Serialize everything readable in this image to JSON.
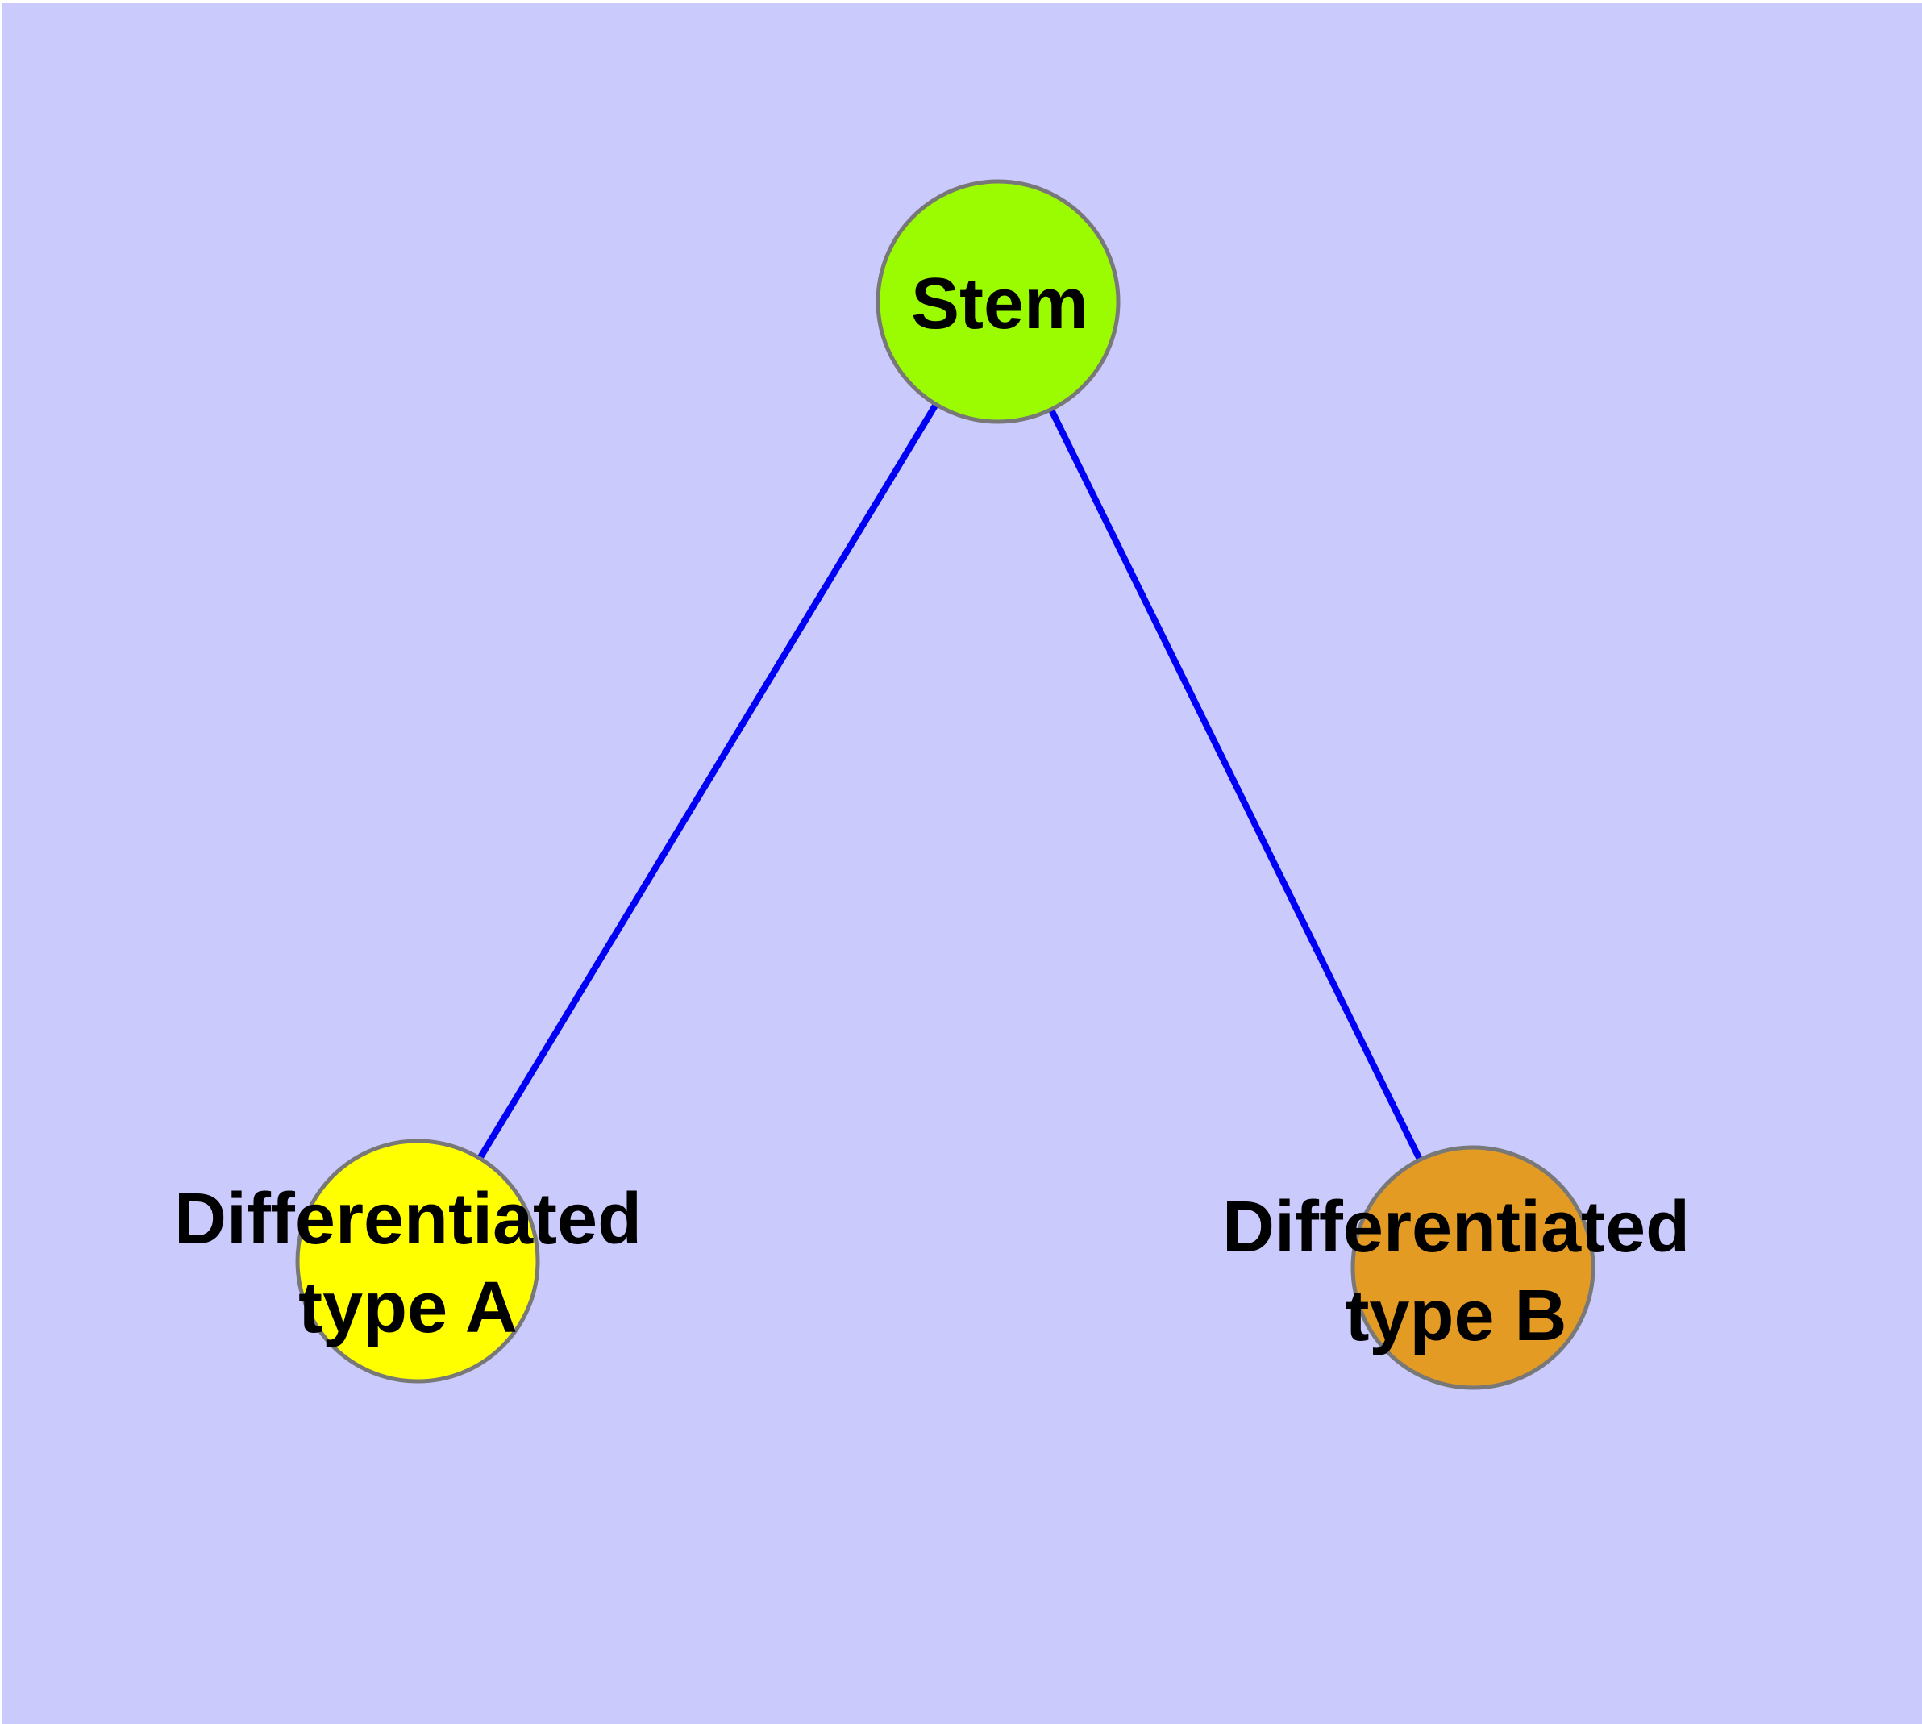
{
  "diagram": {
    "type": "node-link-graph",
    "description": "Cell differentiation graph: one stem node connected to two differentiated cell type nodes",
    "background_color": "#cacafc",
    "margin_color": "#ffffff",
    "edge_color": "#0000f5",
    "node_border_color": "#787878",
    "label_color": "#000000",
    "nodes": [
      {
        "id": "stem",
        "label": "Stem",
        "fill_color": "#9bfb00"
      },
      {
        "id": "differentiated-type-a",
        "label": "Differentiated type A",
        "label_line1": "Differentiated",
        "label_line2": "type A",
        "fill_color": "#ffff00"
      },
      {
        "id": "differentiated-type-b",
        "label": "Differentiated type B",
        "label_line1": "Differentiated",
        "label_line2": "type B",
        "fill_color": "#e39b24"
      }
    ],
    "edges": [
      {
        "from": "Stem",
        "to": "Differentiated type A"
      },
      {
        "from": "Stem",
        "to": "Differentiated type B"
      }
    ]
  }
}
